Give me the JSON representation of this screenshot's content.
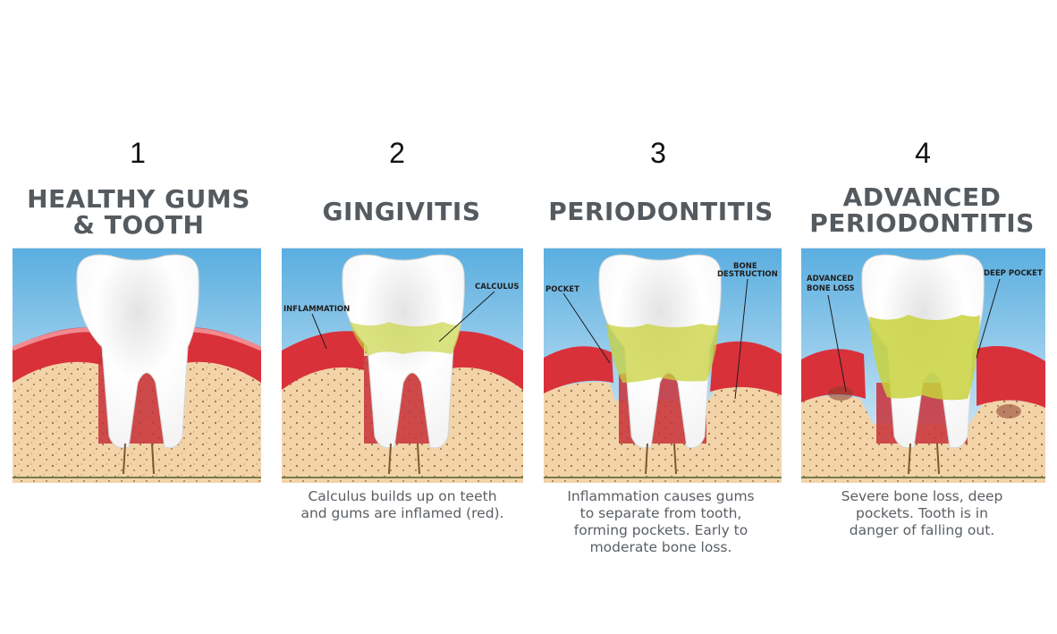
{
  "stages": [
    {
      "number": "1",
      "title_lines": [
        "HEALTHY GUMS",
        "& TOOTH"
      ],
      "labels": [],
      "caption_lines": []
    },
    {
      "number": "2",
      "title_lines": [
        "GINGIVITIS"
      ],
      "labels": [
        "INFLAMMATION",
        "CALCULUS"
      ],
      "caption_lines": [
        "Calculus builds up on teeth",
        "and gums are inflamed (red)."
      ]
    },
    {
      "number": "3",
      "title_lines": [
        "PERIODONTITIS"
      ],
      "labels": [
        "POCKET",
        "BONE",
        "DESTRUCTION"
      ],
      "caption_lines": [
        "Inflammation causes gums",
        "to separate from tooth,",
        "forming pockets. Early to",
        "moderate bone loss."
      ]
    },
    {
      "number": "4",
      "title_lines": [
        "ADVANCED",
        "PERIODONTITIS"
      ],
      "labels": [
        "ADVANCED",
        "BONE LOSS",
        "DEEP POCKET"
      ],
      "caption_lines": [
        "Severe bone loss, deep",
        "pockets. Tooth is in",
        "danger of falling out."
      ]
    }
  ],
  "colors": {
    "sky_top": "#4aa3dc",
    "sky_bottom": "#d7edf8",
    "gum": "#d9313a",
    "gum_light": "#f08a8f",
    "bone": "#f2d4a8",
    "calculus": "#c8d23c",
    "tooth": "#ffffff",
    "title": "#555a5f"
  }
}
